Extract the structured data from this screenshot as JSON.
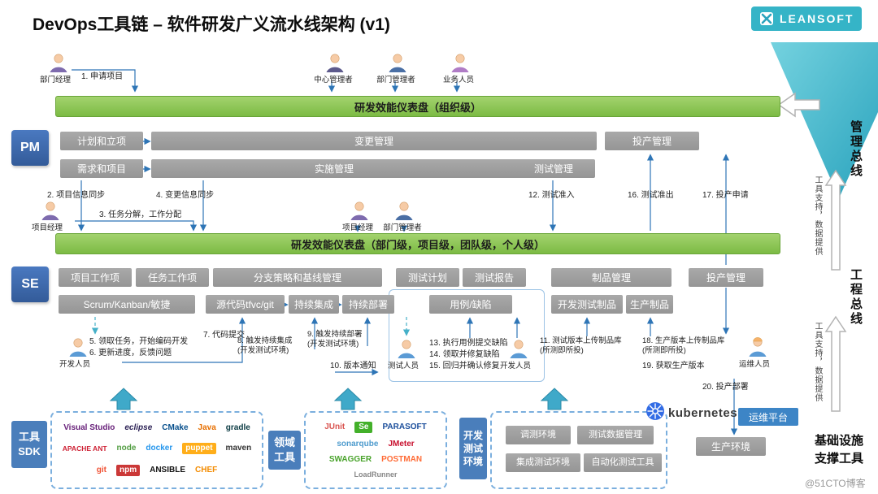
{
  "colors": {
    "green_bar": "#7cbb44",
    "gray_button": "#9b9b9b",
    "blue_block": "#3a67ad",
    "teal_accent": "#35b4c7",
    "connector_blue": "#2e75b6",
    "tag_blue": "#4a7ebb"
  },
  "header": {
    "title": "DevOps工具链 – 软件研发广义流水线架构 (v1)",
    "logo_text": "LEANSOFT",
    "watermark": "@51CTO博客"
  },
  "dashboards": {
    "org": "研发效能仪表盘（组织级）",
    "dept": "研发效能仪表盘（部门级，项目级，团队级，个人级）"
  },
  "pm": {
    "label": "PM",
    "row1": [
      "计划和立项",
      "变更管理",
      "投产管理"
    ],
    "row2": [
      "需求和项目",
      "实施管理",
      "测试管理"
    ]
  },
  "se": {
    "label": "SE",
    "row1": [
      "项目工作项",
      "任务工作项",
      "分支策略和基线管理",
      "测试计划",
      "测试报告",
      "制品管理",
      "投产管理"
    ],
    "row2": [
      "Scrum/Kanban/敏捷",
      "源代码tfvc/git",
      "持续集成",
      "持续部署",
      "用例/缺陷",
      "开发测试制品",
      "生产制品"
    ]
  },
  "people": [
    "部门经理",
    "中心管理者",
    "部门管理者",
    "业务人员",
    "项目经理",
    "项目经理",
    "部门管理者",
    "开发人员",
    "测试人员",
    "开发人员",
    "运维人员"
  ],
  "annotations": [
    "1. 申请项目",
    "2. 项目信息同步",
    "3. 任务分解，工作分配",
    "4. 变更信息同步",
    "5. 领取任务，开始编码开发",
    "6. 更新进度，反馈问题",
    "7. 代码提交",
    "8. 触发持续集成\n(开发测试环境)",
    "9. 触发持续部署\n(开发测试环境)",
    "10. 版本通知",
    "11. 测试版本上传制品库\n(所测即所投)",
    "12. 测试准入",
    "13. 执行用例提交缺陷",
    "14. 领取并修复缺陷",
    "15. 回归并确认修复",
    "16. 测试准出",
    "17. 投产申请",
    "18. 生产版本上传制品库\n(所测即所投)",
    "19. 获取生产版本",
    "20. 投产部署"
  ],
  "buses": {
    "management": "管理总线",
    "engineering": "工程总线",
    "support1": "工具支持，数据提供",
    "support2": "工具支持，数据提供",
    "infrastructure": "基础设施\n支撑工具"
  },
  "bottom": {
    "tool_sdk_label": "工具\nSDK",
    "domain_label": "领域\n工具",
    "devtest_label": "开发\n测试\n环境",
    "devtest_items": [
      "调测环境",
      "测试数据管理",
      "集成测试环境",
      "自动化测试工具"
    ],
    "kubernetes": "kubernetes",
    "ops_platform": "运维平台",
    "prod_env": "生产环境",
    "sdk_tools": [
      "Visual Studio",
      "eclipse",
      "CMake",
      "Java",
      "gradle",
      "APACHE ANT",
      "node",
      "docker",
      "puppet",
      "maven",
      "git",
      "npm",
      "ANSIBLE",
      "CHEF"
    ],
    "domain_tools": [
      "JUnit",
      "Se",
      "PARASOFT",
      "sonarqube",
      "JMeter",
      "SWAGGER",
      "POSTMAN",
      "LoadRunner"
    ]
  }
}
